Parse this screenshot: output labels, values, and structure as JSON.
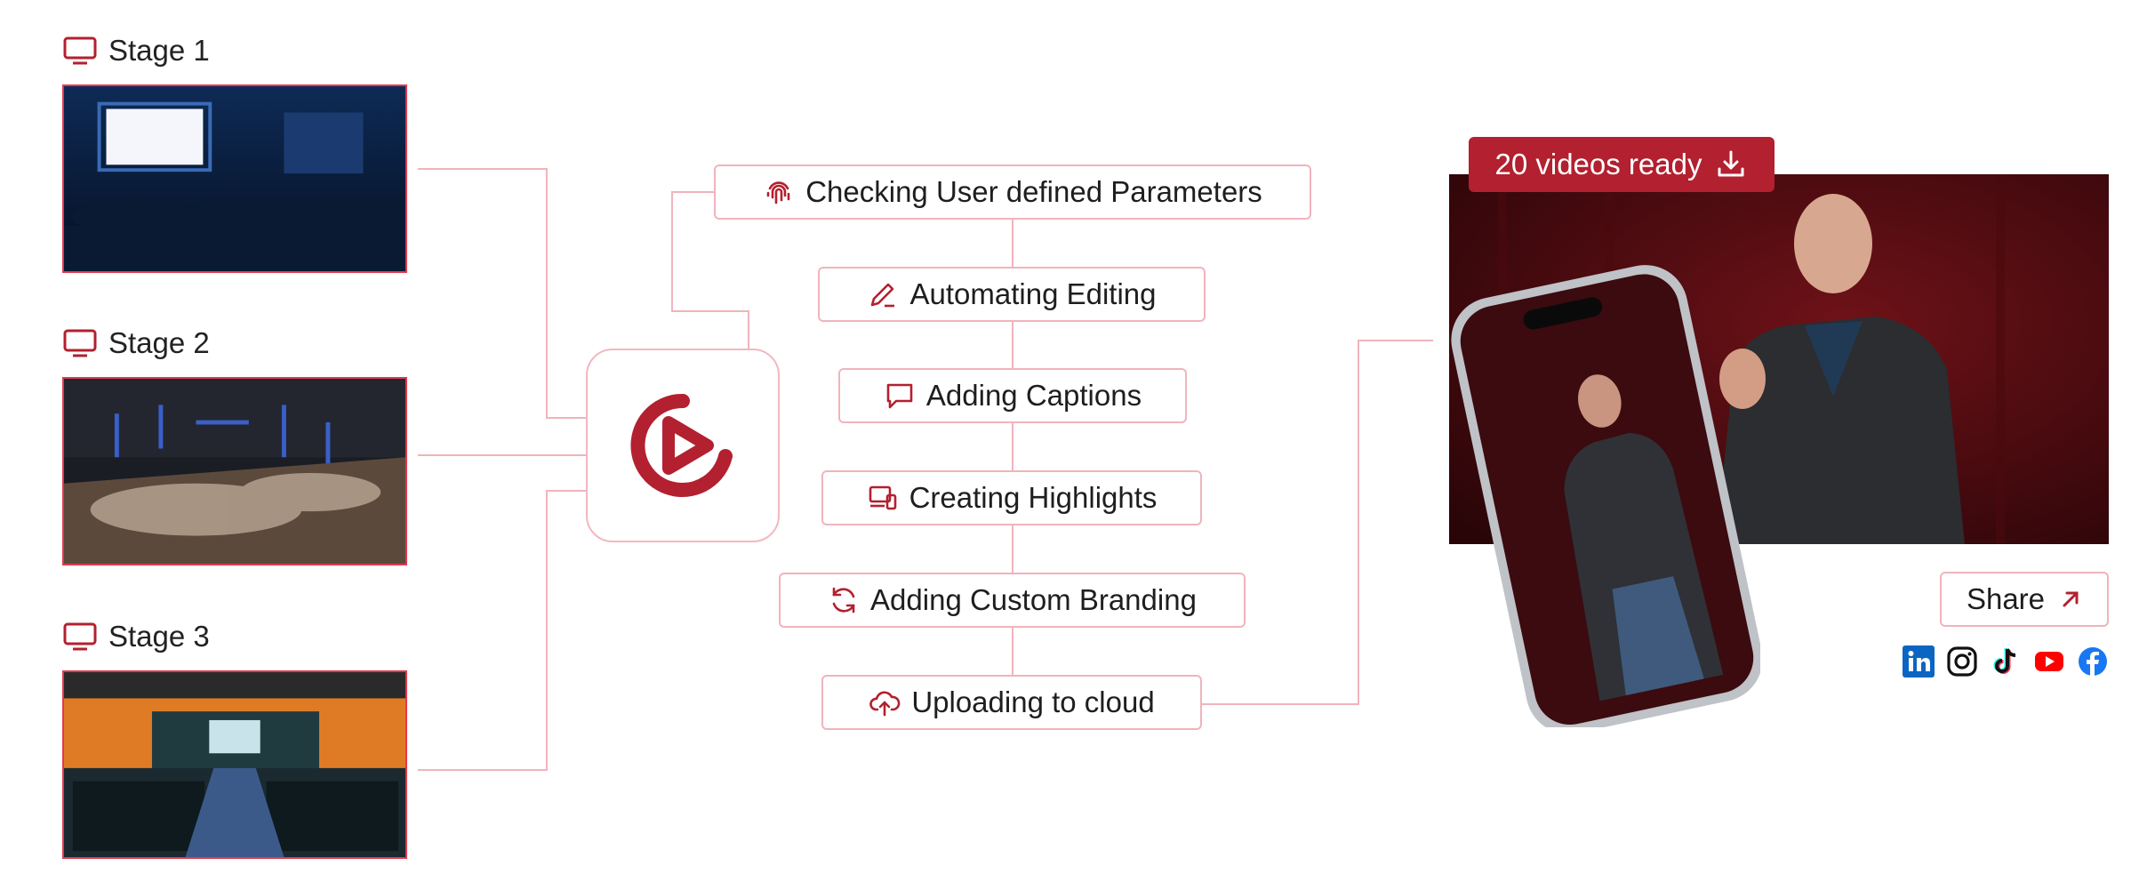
{
  "stages": [
    {
      "label": "Stage 1"
    },
    {
      "label": "Stage 2"
    },
    {
      "label": "Stage 3"
    }
  ],
  "steps": [
    {
      "label": "Checking User defined Parameters",
      "icon": "fingerprint-icon"
    },
    {
      "label": "Automating Editing",
      "icon": "pencil-icon"
    },
    {
      "label": "Adding Captions",
      "icon": "chat-bubble-icon"
    },
    {
      "label": "Creating Highlights",
      "icon": "devices-icon"
    },
    {
      "label": "Adding Custom Branding",
      "icon": "refresh-icon"
    },
    {
      "label": "Uploading to cloud",
      "icon": "cloud-upload-icon"
    }
  ],
  "output": {
    "badge_label": "20 videos ready",
    "share_label": "Share"
  },
  "socials": [
    "linkedin-icon",
    "instagram-icon",
    "tiktok-icon",
    "youtube-icon",
    "facebook-icon"
  ],
  "colors": {
    "accent": "#b3202f",
    "line": "#f0b4bd"
  }
}
